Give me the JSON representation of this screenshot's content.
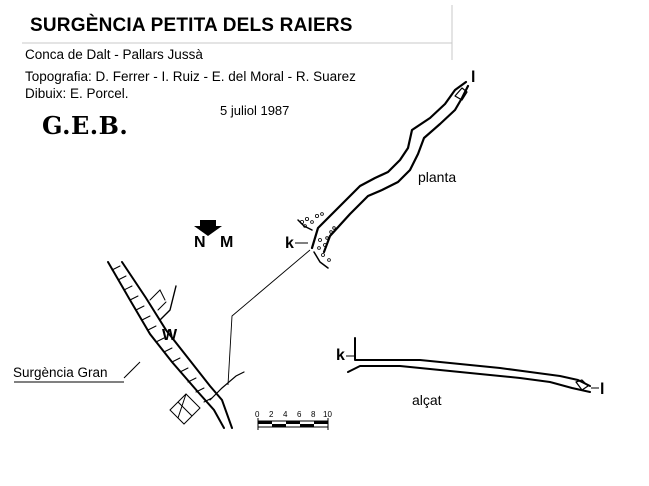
{
  "header": {
    "title": "SURGÈNCIA PETITA DELS RAIERS",
    "basin": "Conca de Dalt - Pallars Jussà",
    "topography": "Topografia: D. Ferrer - I. Ruiz - E. del Moral - R. Suarez",
    "drawing": "Dibuix: E. Porcel.",
    "date": "5 juliol 1987",
    "club": "G.E.B."
  },
  "map": {
    "plan_label": "planta",
    "elevation_label": "alçat",
    "station_k": "k",
    "station_l": "l",
    "west_label": "W",
    "main_spring_label": "Surgència Gran",
    "north_label": "N",
    "magnetic_label": "M",
    "scale": {
      "ticks": [
        "0",
        "2",
        "4",
        "6",
        "8",
        "10"
      ]
    },
    "icons": {
      "north_arrow": "arrow-down-icon"
    },
    "colors": {
      "ink": "#000000",
      "background": "#ffffff"
    }
  }
}
